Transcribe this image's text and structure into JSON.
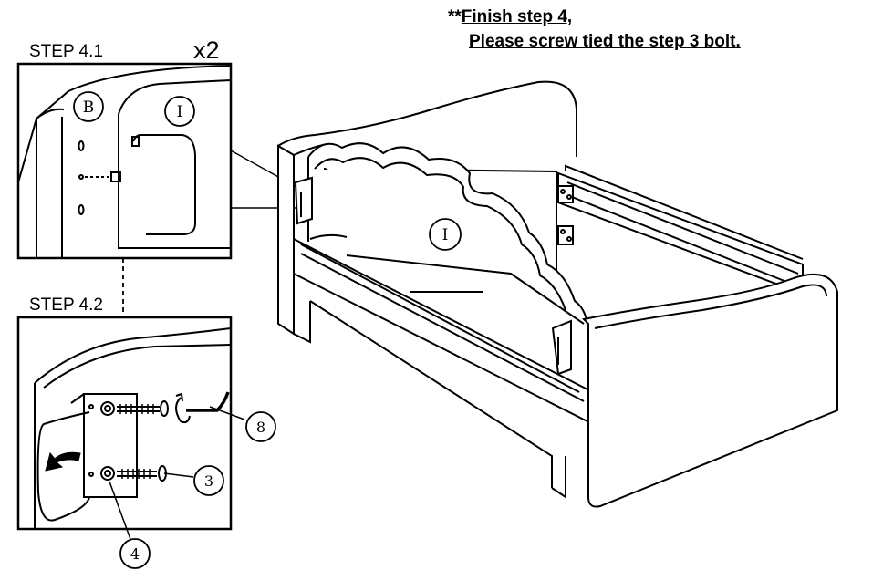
{
  "note": {
    "prefix": "**",
    "line1": "Finish step 4,",
    "line2": "Please screw tied the step 3 bolt."
  },
  "step1": {
    "label": "STEP 4.1",
    "multiplier": "x2"
  },
  "step2": {
    "label": "STEP 4.2"
  },
  "callouts": {
    "b": "B",
    "i_detail": "I",
    "i_main": "I",
    "n8": "8",
    "n3": "3",
    "n4": "4"
  }
}
